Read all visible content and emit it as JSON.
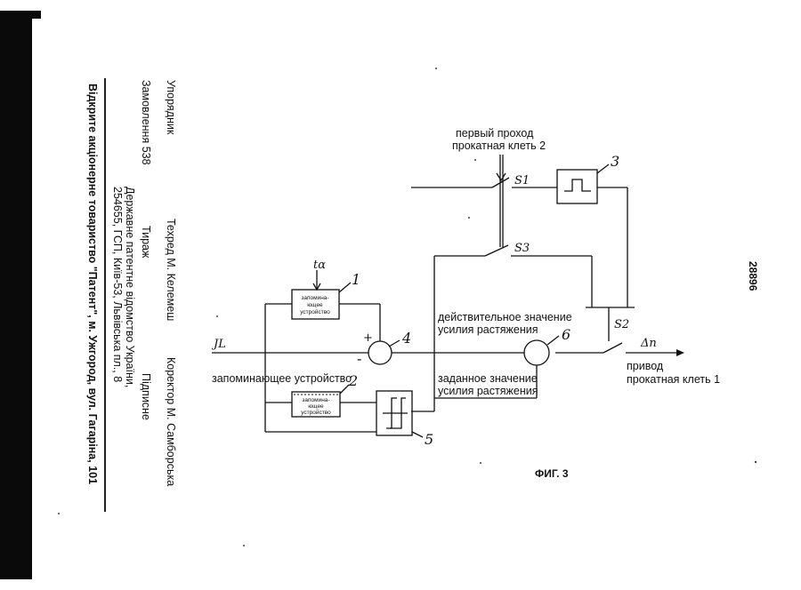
{
  "patent_number": "28896",
  "imprint": {
    "compiler_label": "Упорядник",
    "tech_editor": "Техред М. Келемеш",
    "proofreader": "Коректор М. Самборська",
    "order": "Замовлення 538",
    "circulation": "Тираж",
    "signed": "Підписне",
    "office_line1": "Державне патентне відомство України,",
    "office_line2": "254655, ГСП, Київ-53, Львівська пл., 8",
    "publisher": "Відкрите акціонерне товариство \"Патент\", м. Ужгород, вул. Гагаріна, 101"
  },
  "diagram": {
    "labels": {
      "first_pass_line1": "первый проход",
      "first_pass_line2": "прокатная клеть 2",
      "actual_line1": "действительное значение",
      "actual_line2": "усилия растяжения",
      "set_line1": "заданное значение",
      "set_line2": "усилия растяжения",
      "memory_device": "запоминающее устройство",
      "drive_line1": "привод",
      "drive_line2": "прокатная клеть 1",
      "figure_caption": "ФИГ. 3"
    },
    "handwritten": {
      "num1": "1",
      "num2": "2",
      "num3": "3",
      "num4": "4",
      "num5": "5",
      "num6": "6",
      "s1": "S1",
      "s2": "S2",
      "s3": "S3",
      "input_signal": "JL",
      "ta": "tα",
      "delta_n": "Δn",
      "plus": "+",
      "minus": "-"
    },
    "block1_lines": [
      "запомина-",
      "ющее",
      "устройство"
    ],
    "block2_lines": [
      "запомина-",
      "ющее",
      "устройство"
    ]
  }
}
